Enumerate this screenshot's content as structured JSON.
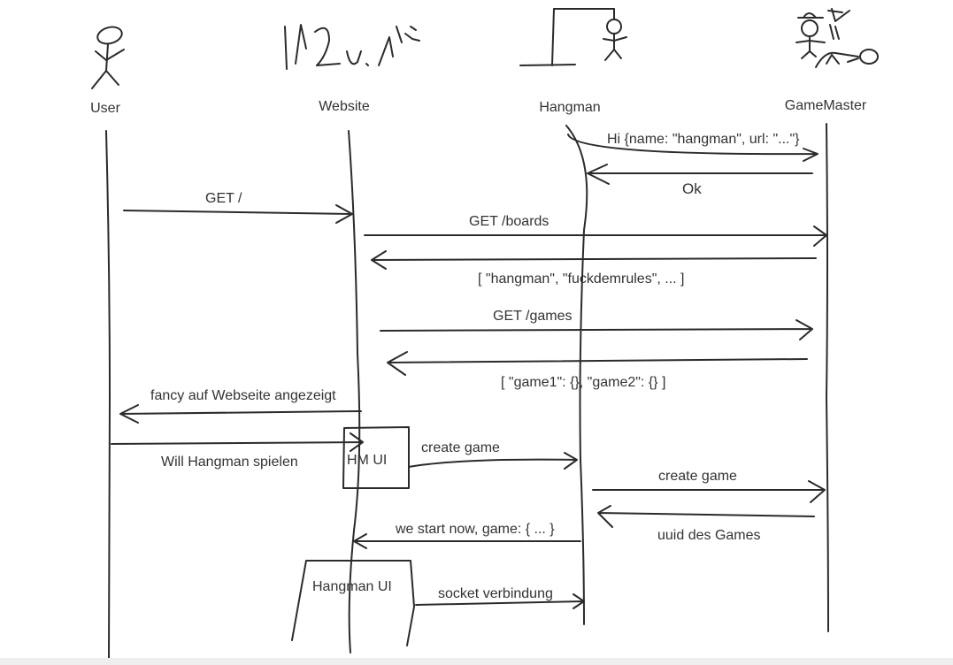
{
  "actors": {
    "user": "User",
    "website": "Website",
    "hangman": "Hangman",
    "gamemaster": "GameMaster"
  },
  "messages": {
    "hi": "Hi {name: \"hangman\", url: \"...\"}",
    "ok": "Ok",
    "get_root": "GET /",
    "get_boards": "GET /boards",
    "boards_resp": "[ \"hangman\", \"fuckdemrules\", ... ]",
    "get_games": "GET /games",
    "games_resp": "[ \"game1\": {}, \"game2\": {} ]",
    "fancy": "fancy auf Webseite angezeigt",
    "will_play": "Will Hangman spielen",
    "hm_ui": "HM UI",
    "create_game_1": "create game",
    "create_game_2": "create game",
    "uuid": "uuid des Games",
    "start_now": "we start now, game: { ... }",
    "hangman_ui": "Hangman UI",
    "socket": "socket verbindung"
  },
  "colors": {
    "ink": "#2b2b2b",
    "text": "#333333",
    "background": "#ffffff"
  }
}
